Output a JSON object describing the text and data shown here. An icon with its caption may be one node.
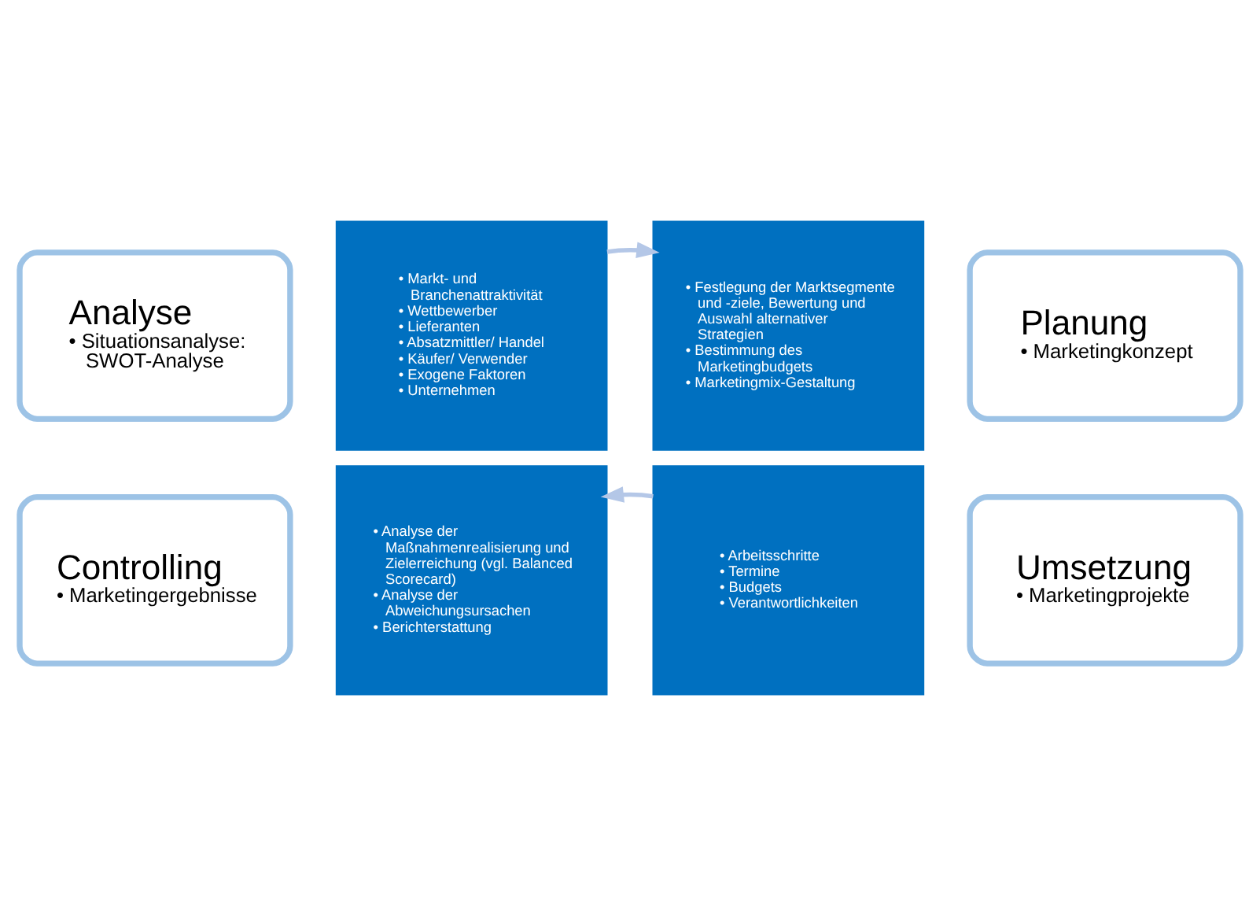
{
  "diagram": {
    "nodes": [
      {
        "text": [
          "Analyse",
          "• Situationsanalyse: SWOT-Analyse"
        ]
      },
      {
        "text": [
          "• Markt- und Branchenattraktivität",
          "• Wettbewerber",
          "• Lieferanten",
          "• Absatzmittler/ Handel",
          "• Käufer/ Verwender",
          "• Exogene Faktoren",
          "• Unternehmen"
        ]
      },
      {
        "text": [
          "Planung",
          "• Marketingkonzept"
        ]
      },
      {
        "text": [
          "• Festlegung der Marktsegmente und -ziele, Bewertung und Auswahl alternativer Strategien",
          "• Bestimmung des Marketingbudgets",
          "• Marketingmix-Gestaltung"
        ]
      },
      {
        "text": [
          "Controlling",
          "• Marketingergebnisse"
        ]
      },
      {
        "text": [
          "• Analyse der Maßnahmenrealisierung und Zielerreichung (vgl. Balanced Scorecard)",
          "• Analyse der Abweichungsursachen",
          "• Berichterstattung"
        ]
      },
      {
        "text": [
          "Umsetzung",
          "• Marketingprojekte"
        ]
      },
      {
        "text": [
          "• Arbeitsschritte",
          "• Termine",
          "• Budgets",
          "• Verantwortlichkeiten"
        ]
      }
    ],
    "edges": [
      {
        "from": 1,
        "to": 3,
        "arrow": "to"
      },
      {
        "from": 7,
        "to": 5,
        "arrow": "to"
      }
    ]
  }
}
